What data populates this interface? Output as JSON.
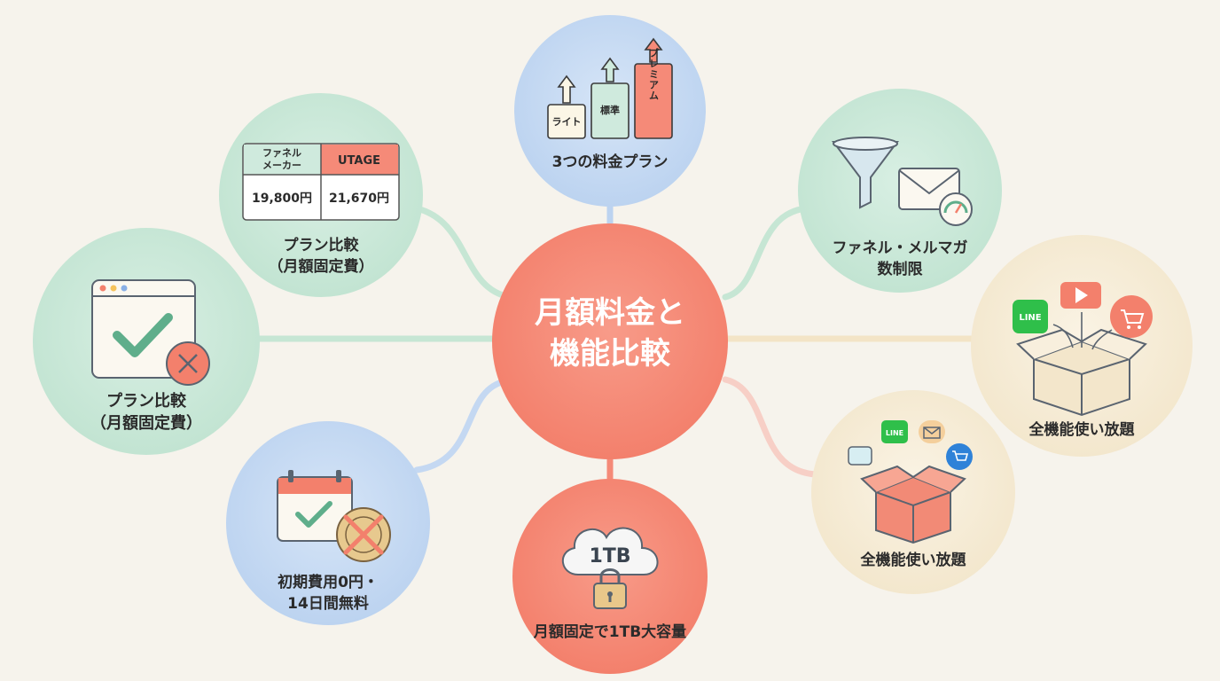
{
  "center": {
    "line1": "月額料金と",
    "line2": "機能比較",
    "color": "#f58a78"
  },
  "nodes": {
    "plans": {
      "label": "3つの料金プラン",
      "bars": [
        "ライト",
        "標準",
        "プレミアム"
      ]
    },
    "comparison": {
      "label_line1": "プラン比較",
      "label_line2": "（月額固定費）",
      "table": {
        "col1_header": "ファネル\nメーカー",
        "col2_header": "UTAGE",
        "col1_value": "19,800円",
        "col2_value": "21,670円"
      }
    },
    "check": {
      "label_line1": "プラン比較",
      "label_line2": "（月額固定費）"
    },
    "trial": {
      "label_line1": "初期費用0円・",
      "label_line2": "14日間無料"
    },
    "storage": {
      "label": "月額固定で1TB大容量",
      "cloud_text": "1TB"
    },
    "all_features_lower": {
      "label": "全機能使い放題",
      "chat_icon": "LINE"
    },
    "all_features_upper": {
      "label": "全機能使い放題",
      "chat_icon": "LINE"
    },
    "funnel": {
      "label_line1": "ファネル・メルマガ",
      "label_line2": "数制限"
    }
  },
  "colors": {
    "blue": "#c9dcf4",
    "green": "#cfeadd",
    "cream": "#f7eedb",
    "salmon": "#f58a78",
    "line_green": "#2fbf4a"
  }
}
